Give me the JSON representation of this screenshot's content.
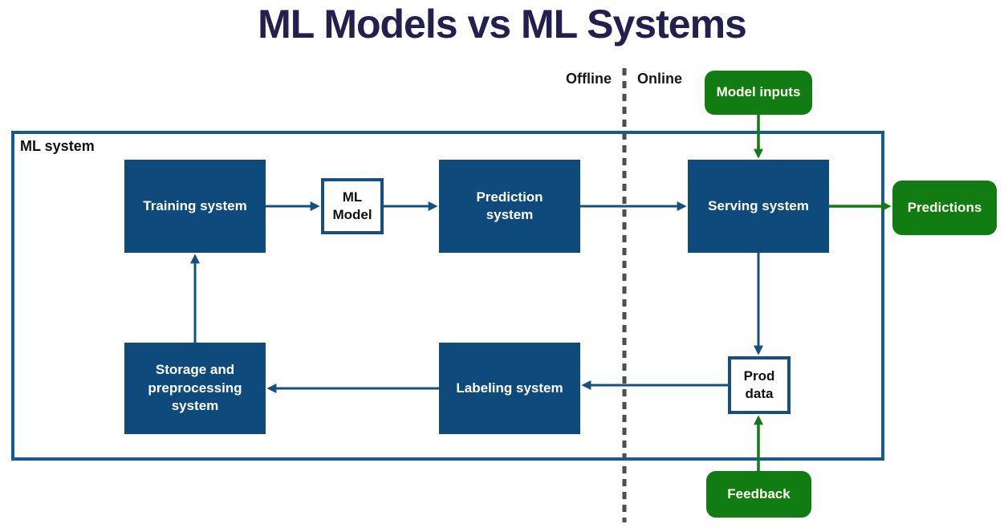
{
  "title": "ML Models vs ML Systems",
  "region_labels": {
    "offline": "Offline",
    "online": "Online"
  },
  "system_boundary_label": "ML system",
  "nodes": {
    "training": "Training system",
    "ml_model": "ML\nModel",
    "prediction": "Prediction\nsystem",
    "serving": "Serving system",
    "storage": "Storage and\npreprocessing\nsystem",
    "labeling": "Labeling system",
    "prod_data": "Prod\ndata",
    "model_inputs": "Model inputs",
    "predictions": "Predictions",
    "feedback": "Feedback"
  },
  "edges": [
    {
      "from": "Training system",
      "to": "ML Model",
      "color": "blue"
    },
    {
      "from": "ML Model",
      "to": "Prediction system",
      "color": "blue"
    },
    {
      "from": "Prediction system",
      "to": "Serving system",
      "color": "blue"
    },
    {
      "from": "Model inputs",
      "to": "Serving system",
      "color": "green"
    },
    {
      "from": "Serving system",
      "to": "Predictions",
      "color": "green"
    },
    {
      "from": "Serving system",
      "to": "Prod data",
      "color": "blue"
    },
    {
      "from": "Prod data",
      "to": "Labeling system",
      "color": "blue"
    },
    {
      "from": "Labeling system",
      "to": "Storage and preprocessing system",
      "color": "blue"
    },
    {
      "from": "Storage and preprocessing system",
      "to": "Training system",
      "color": "blue"
    },
    {
      "from": "Feedback",
      "to": "Prod data",
      "color": "green"
    }
  ],
  "colors": {
    "title_navy": "#232050",
    "node_fill_blue": "#0f4a7d",
    "line_blue": "#15507f",
    "boundary_blue": "#175a8e",
    "green": "#117c11",
    "dash_gray": "#4d4d4d"
  }
}
